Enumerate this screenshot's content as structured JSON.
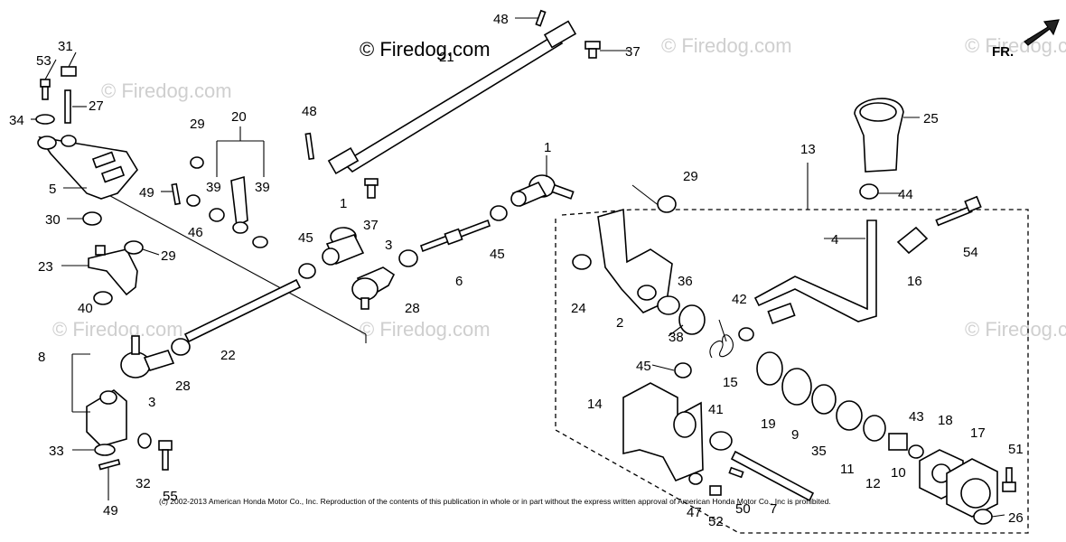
{
  "watermarks": {
    "main": "© Firedog.com",
    "faint": "© Firedog.com"
  },
  "direction_label": "FR.",
  "copyright": "(c) 2002-2013 American Honda Motor Co., Inc. Reproduction of the contents of this publication in whole or in part without the express written approval of American Honda Motor Co., Inc is prohibited.",
  "callouts": {
    "n1a": "1",
    "n1b": "1",
    "n2": "2",
    "n3a": "3",
    "n3b": "3",
    "n4": "4",
    "n5": "5",
    "n6": "6",
    "n7": "7",
    "n8": "8",
    "n9": "9",
    "n10": "10",
    "n11": "11",
    "n12": "12",
    "n13": "13",
    "n14": "14",
    "n15": "15",
    "n16": "16",
    "n17": "17",
    "n18": "18",
    "n19": "19",
    "n20": "20",
    "n21": "21",
    "n22": "22",
    "n23": "23",
    "n24": "24",
    "n25": "25",
    "n26": "26",
    "n27": "27",
    "n28a": "28",
    "n28b": "28",
    "n29a": "29",
    "n29b": "29",
    "n29c": "29",
    "n30": "30",
    "n31": "31",
    "n32": "32",
    "n33": "33",
    "n34": "34",
    "n35": "35",
    "n36": "36",
    "n37a": "37",
    "n37b": "37",
    "n38": "38",
    "n39a": "39",
    "n39b": "39",
    "n40": "40",
    "n41": "41",
    "n42": "42",
    "n43": "43",
    "n44": "44",
    "n45a": "45",
    "n45b": "45",
    "n45c": "45",
    "n46": "46",
    "n47": "47",
    "n48a": "48",
    "n48b": "48",
    "n49a": "49",
    "n49b": "49",
    "n50": "50",
    "n51": "51",
    "n52": "52",
    "n53": "53",
    "n54": "54",
    "n55": "55"
  }
}
